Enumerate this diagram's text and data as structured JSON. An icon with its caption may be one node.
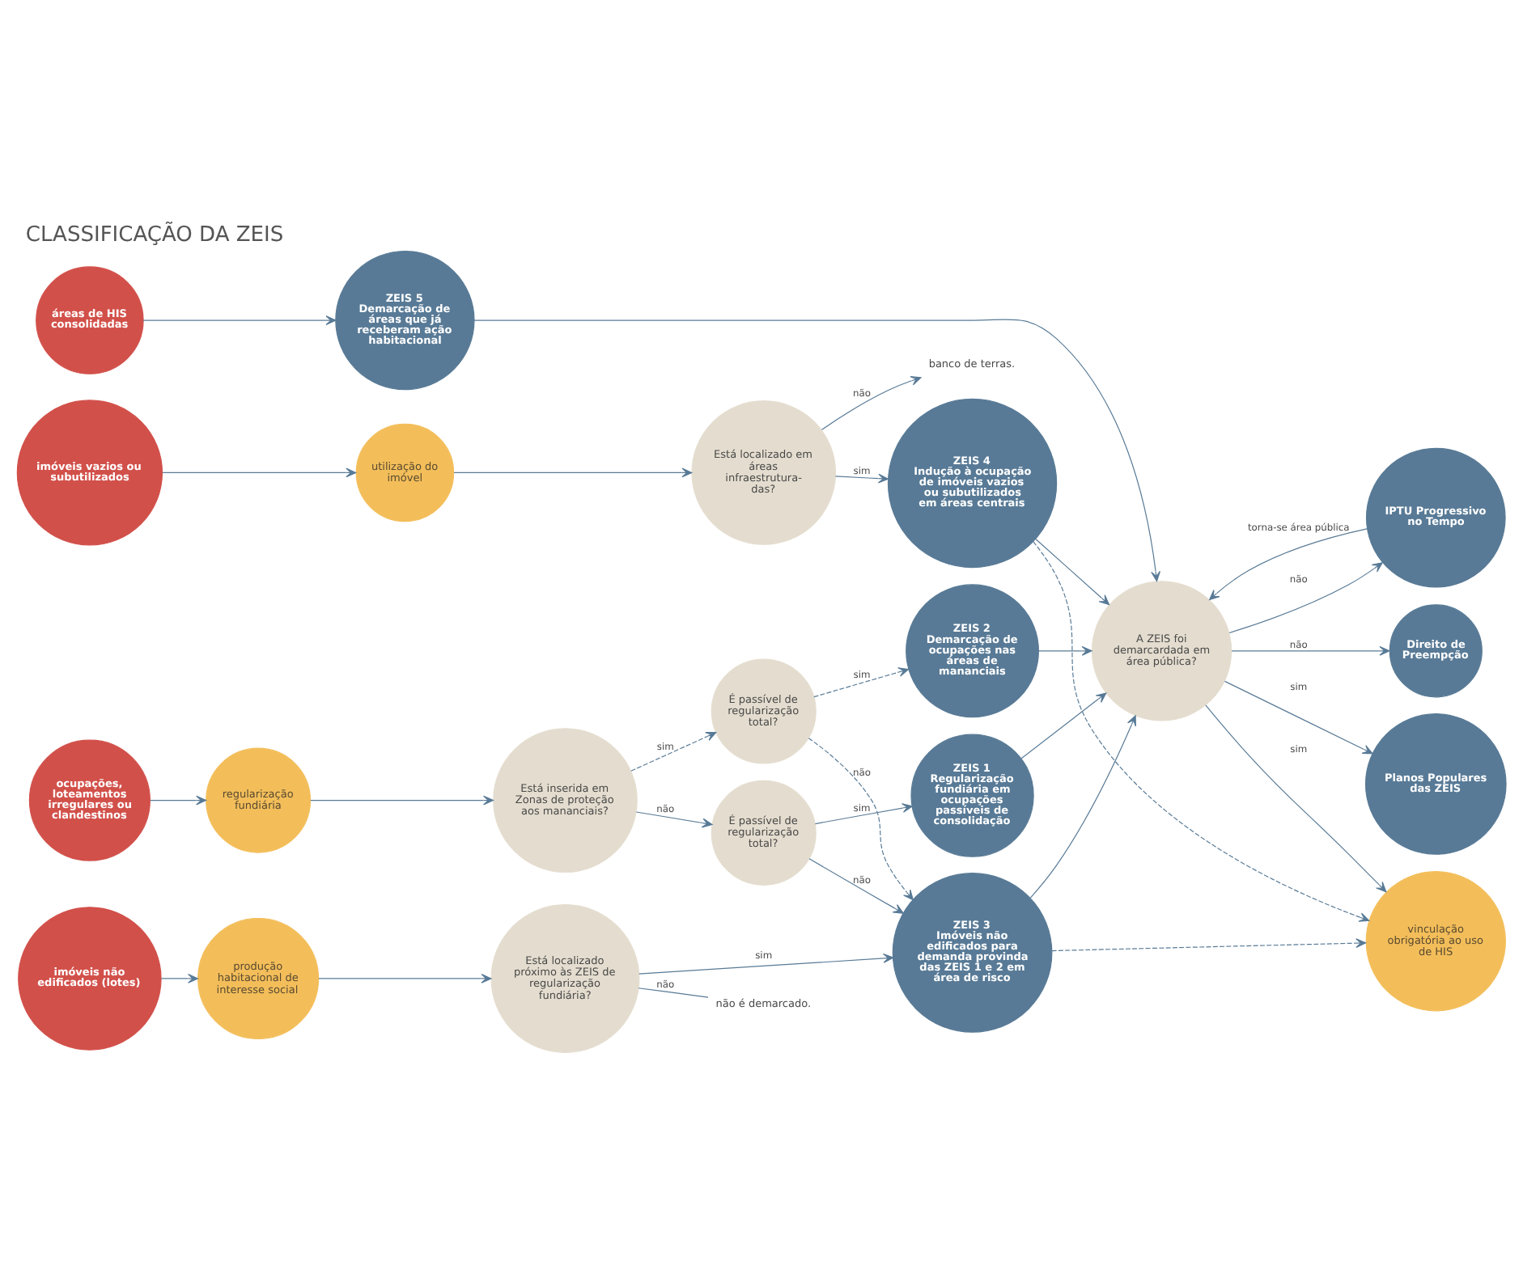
{
  "diagram": {
    "title": "CLASSIFICAÇÃO DA ZEIS",
    "nodes": [
      {
        "text": [
          "ocupações, loteamentos irregulares ou clandestinos"
        ]
      },
      {
        "text": [
          "imóveis não edificados (lotes)"
        ]
      },
      {
        "text": [
          "imóveis vazios ou subutilizados"
        ]
      },
      {
        "text": [
          "áreas de HIS consolidadas"
        ]
      },
      {
        "text": [
          "regularização fundiária"
        ]
      },
      {
        "text": [
          "produção habitacional de interesse social"
        ]
      },
      {
        "text": [
          "utilização do imóvel"
        ]
      },
      {
        "text": [
          "vinculação obrigatória ao uso de HIS"
        ]
      },
      {
        "text": [
          "Está inserida em Zonas de proteção aos mananciais?"
        ]
      },
      {
        "text": [
          "É passível de regularização total?"
        ]
      },
      {
        "text": [
          "É passível de regularização total?"
        ]
      },
      {
        "text": [
          "Está localizado próximo às ZEIS de regularização fundiária?"
        ]
      },
      {
        "text": [
          "Está localizado em áreas infraestrutura-das?"
        ]
      },
      {
        "text": [
          "A ZEIS foi demarcardada em área pública?"
        ]
      },
      {
        "text": [
          "ZEIS 1",
          "Regularização fundiária em ocupações passíveis de consolidação"
        ]
      },
      {
        "text": [
          "ZEIS 2",
          "Demarcação de ocupações nas áreas de mananciais"
        ]
      },
      {
        "text": [
          "ZEIS 3",
          "Imóveis não edificados para demanda provinda das ZEIS 1 e 2 em área de risco"
        ]
      },
      {
        "text": [
          "ZEIS 4",
          "Indução à ocupação de imóveis vazios ou subutilizados em áreas centrais"
        ]
      },
      {
        "text": [
          "ZEIS 5",
          "Demarcação de áreas que já receberam ação habitacional"
        ]
      },
      {
        "text": [
          "IPTU Progressivo no Tempo"
        ]
      },
      {
        "text": [
          "Direito de Preempção"
        ]
      },
      {
        "text": [
          "Planos Populares das ZEIS"
        ]
      },
      {
        "text": [
          "não é demarcado."
        ]
      },
      {
        "text": [
          "banco de terras."
        ]
      }
    ],
    "edges": [
      {
        "from": 0,
        "to": 4,
        "arrow": "to"
      },
      {
        "from": 1,
        "to": 5,
        "arrow": "to"
      },
      {
        "from": 2,
        "to": 6,
        "arrow": "to"
      },
      {
        "from": 4,
        "to": 8,
        "arrow": "to"
      },
      {
        "from": 8,
        "to": 9,
        "label": "não",
        "arrow": "to"
      },
      {
        "from": 8,
        "to": 10,
        "label": "sim",
        "arrow": "to",
        "style": "dashed"
      },
      {
        "from": 9,
        "to": 14,
        "label": "sim",
        "arrow": "to"
      },
      {
        "from": 9,
        "to": 16,
        "label": "não",
        "arrow": "to"
      },
      {
        "from": 10,
        "to": 15,
        "label": "sim",
        "arrow": "to",
        "style": "dashed"
      },
      {
        "from": 10,
        "to": 16,
        "label": "não",
        "arrow": "to",
        "style": "dashed"
      },
      {
        "from": 5,
        "to": 11,
        "arrow": "to"
      },
      {
        "from": 11,
        "to": 16,
        "label": "sim",
        "arrow": "to"
      },
      {
        "from": 11,
        "to": 22,
        "label": "não",
        "arrow": "none"
      },
      {
        "from": 6,
        "to": 12,
        "arrow": "to"
      },
      {
        "from": 12,
        "to": 17,
        "label": "sim",
        "arrow": "to"
      },
      {
        "from": 12,
        "to": 23,
        "label": "não",
        "arrow": "to"
      },
      {
        "from": 3,
        "to": 18,
        "arrow": "to"
      },
      {
        "from": 14,
        "to": 13,
        "arrow": "to"
      },
      {
        "from": 15,
        "to": 13,
        "arrow": "to"
      },
      {
        "from": 16,
        "to": 13,
        "arrow": "to"
      },
      {
        "from": 17,
        "to": 13,
        "arrow": "to"
      },
      {
        "from": 18,
        "to": 13,
        "arrow": "to"
      },
      {
        "from": 16,
        "to": 7,
        "arrow": "to",
        "style": "dashed"
      },
      {
        "from": 17,
        "to": 7,
        "arrow": "to",
        "style": "dashed"
      },
      {
        "from": 19,
        "to": 13,
        "label": "torna-se área pública",
        "arrow": "to"
      },
      {
        "from": 13,
        "to": 19,
        "label": "não",
        "arrow": "to"
      },
      {
        "from": 13,
        "to": 20,
        "label": "não",
        "arrow": "to"
      },
      {
        "from": 13,
        "to": 7,
        "label": "sim",
        "arrow": "to"
      },
      {
        "from": 13,
        "to": 21,
        "label": "sim",
        "arrow": "to"
      }
    ]
  }
}
